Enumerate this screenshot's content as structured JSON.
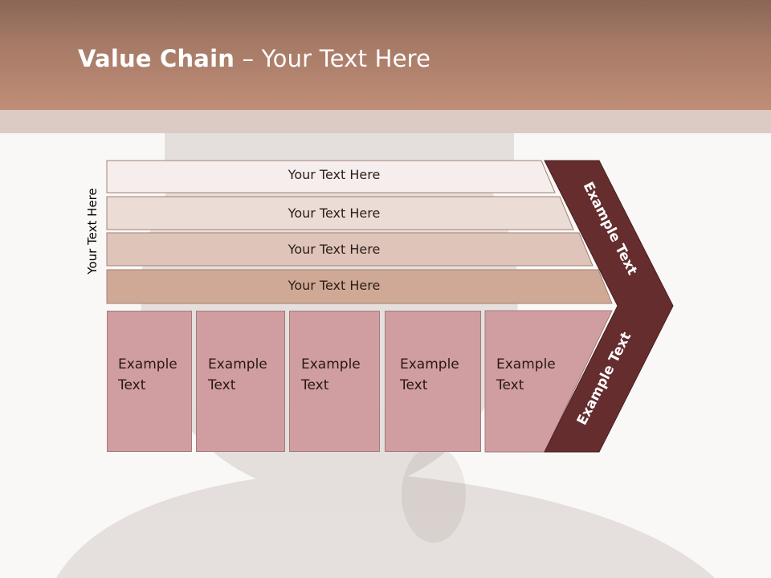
{
  "title": {
    "bold": "Value Chain",
    "rest": " – Your Text Here"
  },
  "side_label": "Your Text Here",
  "bars": [
    "Your Text Here",
    "Your Text Here",
    "Your Text Here",
    "Your Text Here"
  ],
  "columns": [
    [
      "Example",
      "Text"
    ],
    [
      "Example",
      "Text"
    ],
    [
      "Example",
      "Text"
    ],
    [
      "Example",
      "Text"
    ],
    [
      "Example",
      "Text"
    ]
  ],
  "chevron": {
    "top_label": "Example Text",
    "bottom_label": "Example Text",
    "color": "#662d2f"
  },
  "colors": {
    "header": "#b08470",
    "bar1": "#f6eeec",
    "bar2": "#ecdcd6",
    "bar3": "#dfc4b9",
    "bar4": "#cfa995",
    "column": "#d09ea0"
  }
}
